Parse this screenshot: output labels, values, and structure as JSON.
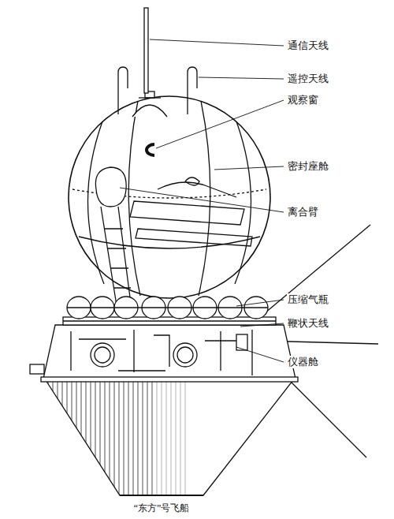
{
  "diagram": {
    "caption": "“东方”号飞船",
    "labels": [
      "通信天线",
      "遥控天线",
      "观察窗",
      "密封座舱",
      "离合臂",
      "压缩气瓶",
      "鞭状天线",
      "仪器舱"
    ]
  }
}
